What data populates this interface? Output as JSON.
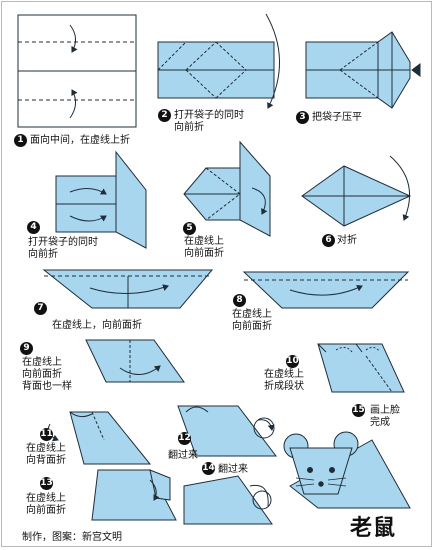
{
  "title": "老鼠",
  "credit": "制作，图案：新宫文明",
  "colors": {
    "paper": "#a9d6ef",
    "paper_dark": "#86bedc",
    "line": "#1f2d38",
    "badge": "#111111"
  },
  "steps": [
    {
      "number": "1",
      "caption": [
        "面向中间，在虚线上折"
      ]
    },
    {
      "number": "2",
      "caption": [
        "打开袋子的同时",
        "向前折"
      ]
    },
    {
      "number": "3",
      "caption": [
        "把袋子压平"
      ]
    },
    {
      "number": "4",
      "caption": [
        "打开袋子的同时",
        "向前折"
      ]
    },
    {
      "number": "5",
      "caption": [
        "在虚线上",
        "向前面折"
      ]
    },
    {
      "number": "6",
      "caption": [
        "对折"
      ]
    },
    {
      "number": "7",
      "caption": [
        "在虚线上，向前面折"
      ]
    },
    {
      "number": "8",
      "caption": [
        "在虚线上",
        "向前面折"
      ]
    },
    {
      "number": "9",
      "caption": [
        "在虚线上",
        "向前面折",
        "背面也一样"
      ]
    },
    {
      "number": "10",
      "caption": [
        "在虚线上",
        "折成段状"
      ]
    },
    {
      "number": "11",
      "caption": [
        "在虚线上",
        "向背面折"
      ]
    },
    {
      "number": "12",
      "caption": [
        "翻过来"
      ]
    },
    {
      "number": "13",
      "caption": [
        "在虚线上",
        "向前面折"
      ]
    },
    {
      "number": "14",
      "caption": [
        "翻过来"
      ]
    },
    {
      "number": "15",
      "caption": [
        "画上脸",
        "完成"
      ]
    }
  ]
}
